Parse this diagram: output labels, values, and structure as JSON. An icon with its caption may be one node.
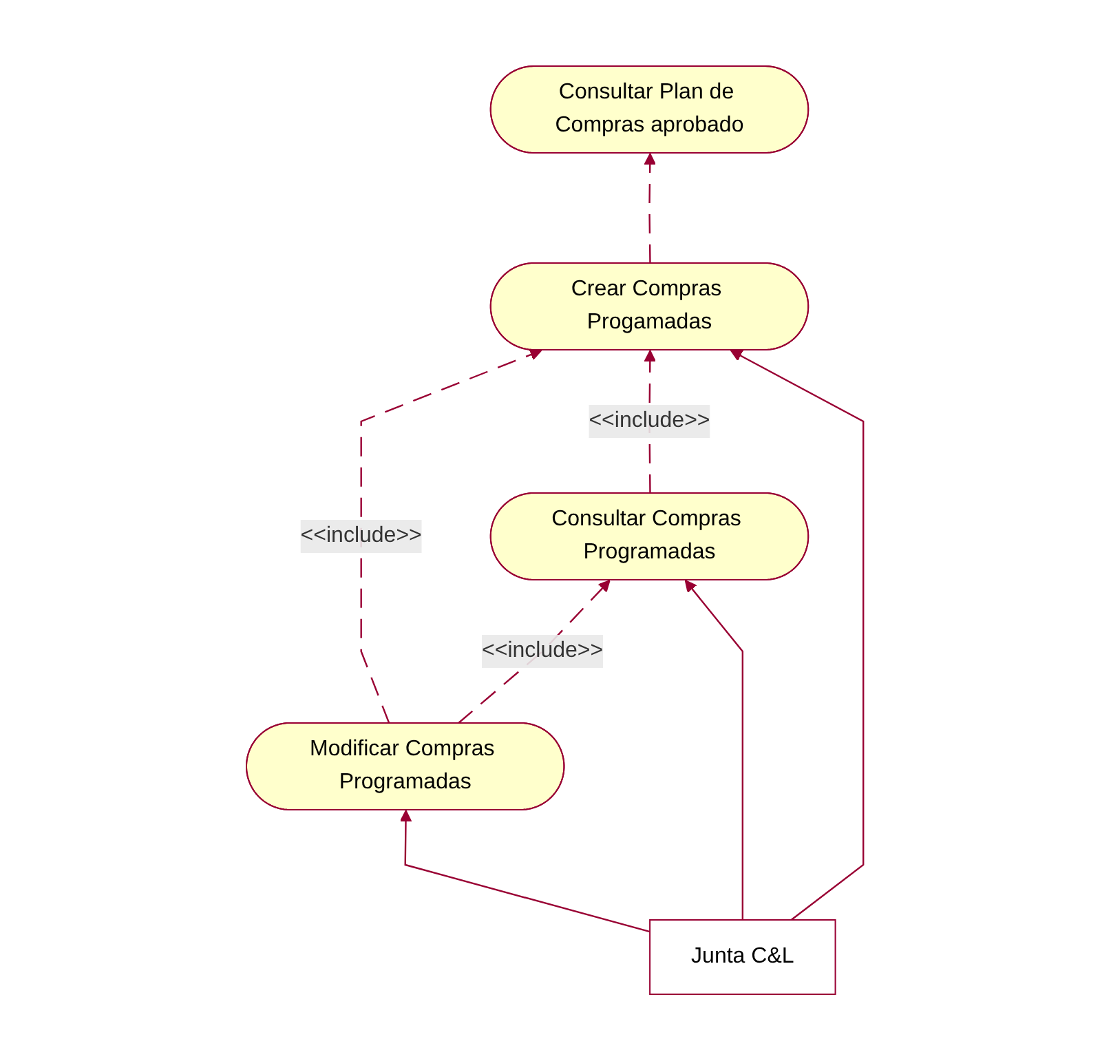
{
  "diagram": {
    "nodes": [
      {
        "text": [
          "Consultar Plan de Compras aprobado"
        ]
      },
      {
        "text": [
          "Modificar Compras Programadas"
        ]
      },
      {
        "text": [
          "Crear Compras Progamadas"
        ]
      },
      {
        "text": [
          "Junta C&L"
        ]
      },
      {
        "text": [
          "Consultar Compras Programadas"
        ]
      }
    ],
    "edges": [
      {
        "from": 2,
        "to": 0,
        "arrow": "to",
        "style": "dashed"
      },
      {
        "from": 1,
        "to": 2,
        "arrow": "to",
        "style": "dashed",
        "label": "<<include>>"
      },
      {
        "from": 1,
        "to": 4,
        "arrow": "to",
        "style": "dashed",
        "label": "<<include>>"
      },
      {
        "from": 4,
        "to": 2,
        "arrow": "to",
        "style": "dashed",
        "label": "<<include>>"
      },
      {
        "from": 3,
        "to": 1,
        "arrow": "to"
      },
      {
        "from": 3,
        "to": 2,
        "arrow": "to"
      },
      {
        "from": 3,
        "to": 4,
        "arrow": "to"
      }
    ]
  }
}
